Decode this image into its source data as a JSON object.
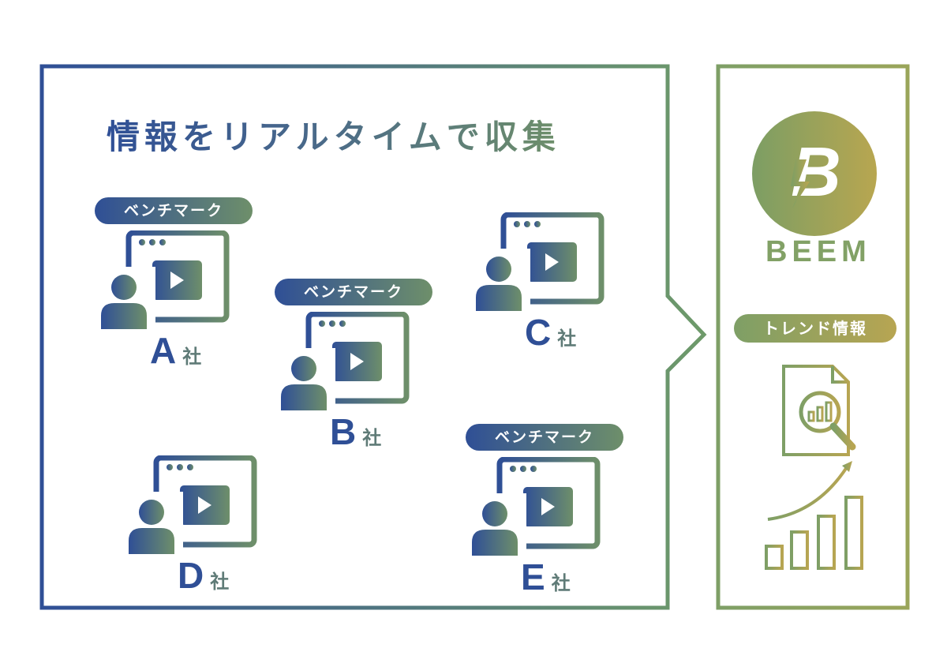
{
  "title": "情報をリアルタイムで収集",
  "companies": [
    {
      "letter": "A",
      "suffix": "社",
      "tag": "ベンチマーク"
    },
    {
      "letter": "B",
      "suffix": "社",
      "tag": "ベンチマーク"
    },
    {
      "letter": "C",
      "suffix": "社",
      "tag": ""
    },
    {
      "letter": "D",
      "suffix": "社",
      "tag": ""
    },
    {
      "letter": "E",
      "suffix": "社",
      "tag": "ベンチマーク"
    }
  ],
  "brand": {
    "name": "BEEM",
    "logo_icon": "beem-b-logo-icon"
  },
  "trend_label": "トレンド情報",
  "icons": [
    "video-user-icon",
    "report-magnifier-icon",
    "growth-bar-chart-icon",
    "arrow-connector"
  ],
  "colors": {
    "blue": "#2f4f96",
    "green": "#6e8f6a",
    "olive": "#b7a552"
  }
}
